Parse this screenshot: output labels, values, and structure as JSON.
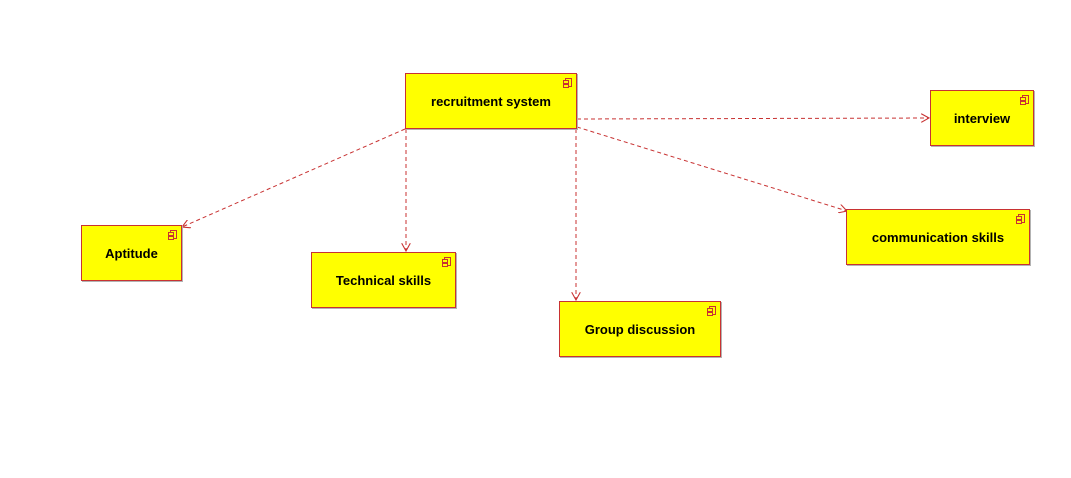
{
  "diagram": {
    "type": "uml-component-diagram",
    "colors": {
      "component_fill": "#ffff00",
      "component_border": "#c83232",
      "dependency_line": "#c83232",
      "background": "#ffffff"
    },
    "components": {
      "recruitment": {
        "label": "recruitment system",
        "icon": "component-icon"
      },
      "interview": {
        "label": "interview",
        "icon": "component-icon"
      },
      "aptitude": {
        "label": "Aptitude",
        "icon": "component-icon"
      },
      "technical": {
        "label": "Technical skills",
        "icon": "component-icon"
      },
      "group": {
        "label": "Group discussion",
        "icon": "component-icon"
      },
      "communication": {
        "label": "communication skills",
        "icon": "component-icon"
      }
    },
    "dependencies": [
      {
        "from": "recruitment",
        "to": "interview",
        "style": "dashed"
      },
      {
        "from": "recruitment",
        "to": "aptitude",
        "style": "dashed"
      },
      {
        "from": "recruitment",
        "to": "technical",
        "style": "dashed"
      },
      {
        "from": "recruitment",
        "to": "group",
        "style": "dashed"
      },
      {
        "from": "recruitment",
        "to": "communication",
        "style": "dashed"
      }
    ]
  }
}
